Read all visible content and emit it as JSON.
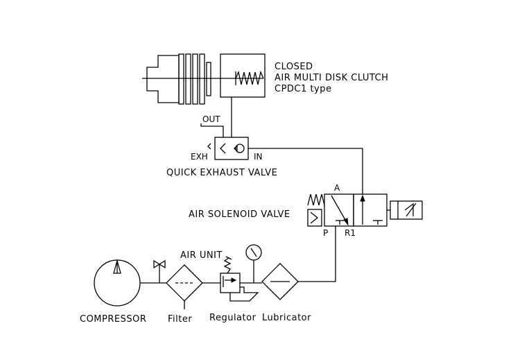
{
  "clutch": {
    "line1": "CLOSED",
    "line2": "AIR MULTI DISK CLUTCH",
    "line3": "CPDC1  type"
  },
  "quick_exhaust": {
    "out_label": "OUT",
    "exh_label": "EXH",
    "in_label": "IN",
    "title": "QUICK EXHAUST VALVE"
  },
  "solenoid": {
    "title": "AIR SOLENOID VALVE",
    "port_a": "A",
    "port_p": "P",
    "port_r1": "R1"
  },
  "air_unit": {
    "title": "AIR UNIT"
  },
  "components": {
    "compressor": "COMPRESSOR",
    "filter": "Filter",
    "regulator": "Regulator",
    "lubricator": "Lubricator"
  }
}
